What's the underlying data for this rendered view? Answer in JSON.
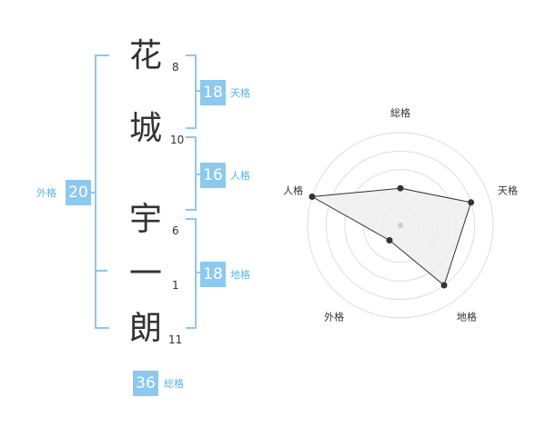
{
  "name_chart": {
    "characters": [
      {
        "char": "花",
        "strokes": "8"
      },
      {
        "char": "城",
        "strokes": "10"
      },
      {
        "char": "宇",
        "strokes": "6"
      },
      {
        "char": "一",
        "strokes": "1"
      },
      {
        "char": "朗",
        "strokes": "11"
      }
    ],
    "tenkaku": {
      "value": "18",
      "label": "天格"
    },
    "jinkaku": {
      "value": "16",
      "label": "人格"
    },
    "chikaku": {
      "value": "18",
      "label": "地格"
    },
    "gaikaku": {
      "value": "20",
      "label": "外格"
    },
    "soukaku": {
      "value": "36",
      "label": "総格"
    }
  },
  "chart_data": {
    "type": "radar",
    "axes": [
      "総格",
      "天格",
      "地格",
      "外格",
      "人格"
    ],
    "values": [
      2,
      4,
      4,
      1,
      5
    ],
    "rmax": 5,
    "grid_rings": 5,
    "colors": {
      "fill": "#efefef",
      "line": "#333333",
      "grid": "#dddddd",
      "point": "#333333",
      "center": "#cccccc"
    }
  }
}
